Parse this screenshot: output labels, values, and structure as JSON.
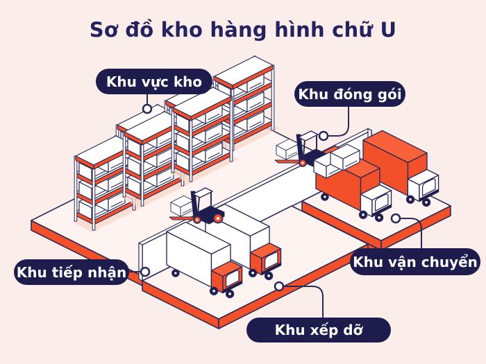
{
  "diagram": {
    "title": "Sơ đồ kho hàng hình chữ U",
    "areas": {
      "storage": {
        "label": "Khu vực kho"
      },
      "packing": {
        "label": "Khu đóng gói"
      },
      "receiving": {
        "label": "Khu tiếp nhận"
      },
      "shipping": {
        "label": "Khu vận chuyển"
      },
      "loading": {
        "label": "Khu xếp dỡ"
      }
    },
    "colors": {
      "background": "#fbeeea",
      "accent_orange": "#f1502a",
      "label_navy": "#1e1b4d",
      "outline_navy": "#2b2856",
      "shape_white": "#ffffff"
    }
  }
}
